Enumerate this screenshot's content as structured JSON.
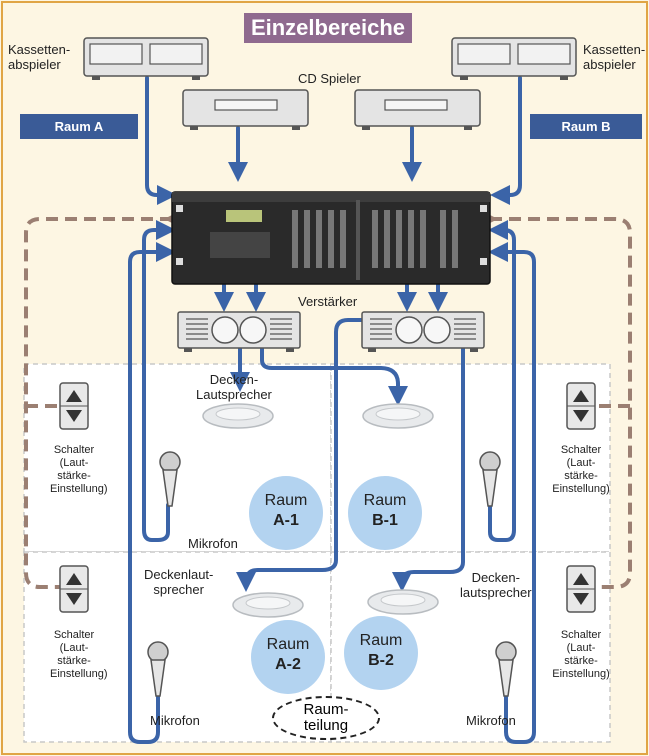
{
  "title": "Einzelbereiche",
  "rooms": {
    "a": "Raum A",
    "b": "Raum B",
    "a1": {
      "line1": "Raum",
      "line2": "A-1"
    },
    "b1": {
      "line1": "Raum",
      "line2": "B-1"
    },
    "a2": {
      "line1": "Raum",
      "line2": "A-2"
    },
    "b2": {
      "line1": "Raum",
      "line2": "B-2"
    }
  },
  "labels": {
    "cassette_left": {
      "line1": "Kassetten-",
      "line2": "abspieler"
    },
    "cassette_right": {
      "line1": "Kassetten-",
      "line2": "abspieler"
    },
    "cd_player": "CD Spieler",
    "amplifier": "Verstärker",
    "ceiling_speaker_top": {
      "line1": "Decken-",
      "line2": "Lautsprecher"
    },
    "ceiling_speaker_bottom_left": {
      "line1": "Deckenlaut-",
      "line2": "sprecher"
    },
    "ceiling_speaker_bottom_right": {
      "line1": "Decken-",
      "line2": "lautsprecher"
    },
    "microphone_top": "Mikrofon",
    "microphone_bottom_left": "Mikrofon",
    "microphone_bottom_right": "Mikrofon",
    "switch": {
      "line1": "Schalter",
      "line2": "(Laut-",
      "line3": "stärke-",
      "line4": "Einstellung)"
    },
    "partition": {
      "line1": "Raum-",
      "line2": "teilung"
    }
  },
  "colors": {
    "background": "#fdf6e3",
    "title_bg": "#8f6a8f",
    "room_bar": "#3a5b97",
    "wire_blue": "#3b64a8",
    "wire_dashed": "#9b7f72",
    "bubble": "#b3d3f0"
  }
}
